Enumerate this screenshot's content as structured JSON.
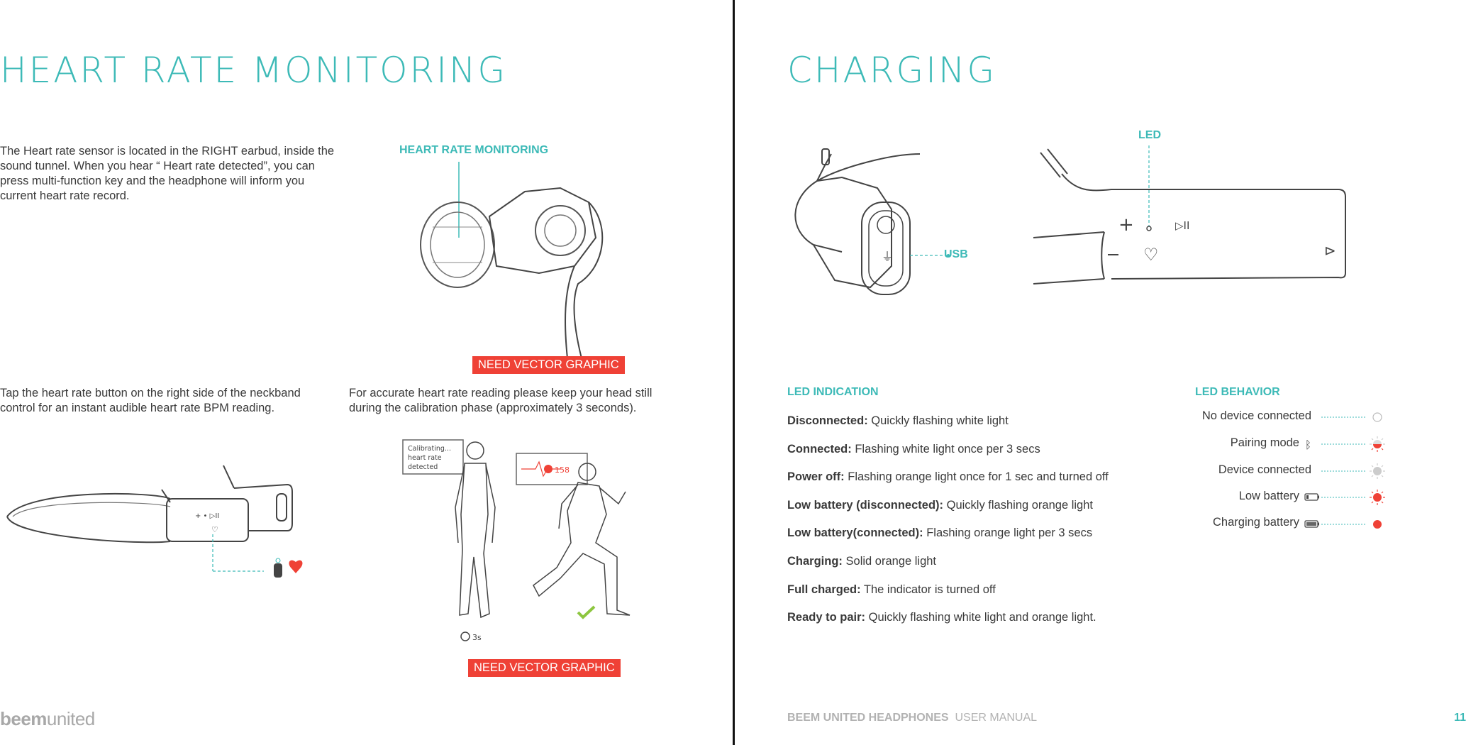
{
  "left_page": {
    "title": "HEART RATE MONITORING",
    "intro_text": "The Heart rate sensor is located in the RIGHT earbud, inside the sound tunnel. When you hear “ Heart rate detected”, you can press multi-function key and the headphone will inform you current heart rate record.",
    "figure_label": "HEART RATE MONITORING",
    "badge_top": "NEED VECTOR GRAPHIC",
    "tap_text": "Tap the heart rate button on the right side of the neckband control for an instant audible heart rate BPM reading.",
    "accuracy_text": "For accurate heart rate reading please keep your head still during the calibration phase (approximately 3 seconds).",
    "badge_bottom": "NEED VECTOR GRAPHIC",
    "calib_bubble": [
      "Calibrating...",
      "heart rate",
      "detected"
    ],
    "bpm_value": "158",
    "timer_label": "3s",
    "logo_bold": "beem",
    "logo_light": "united"
  },
  "right_page": {
    "title": "CHARGING",
    "usb_label": "USB",
    "led_label": "LED",
    "indication_heading": "LED INDICATION",
    "indications": [
      {
        "key": "Disconnected:",
        "value": "Quickly flashing white light"
      },
      {
        "key": "Connected:",
        "value": "Flashing white light once per 3 secs"
      },
      {
        "key": "Power off:",
        "value": "Flashing orange light once for 1 sec and turned off"
      },
      {
        "key": "Low battery (disconnected):",
        "value": "Quickly flashing orange light"
      },
      {
        "key": "Low battery(connected):",
        "value": "Flashing orange light per 3 secs"
      },
      {
        "key": "Charging:",
        "value": "Solid orange light"
      },
      {
        "key": "Full charged:",
        "value": "The indicator is turned off"
      },
      {
        "key": "Ready to pair:",
        "value": "Quickly flashing white light and orange light."
      }
    ],
    "behavior_heading": "LED BEHAVIOR",
    "behaviors": [
      {
        "label": "No device connected",
        "icon": "none",
        "led": "off-circle"
      },
      {
        "label": "Pairing mode",
        "icon": "bluetooth-icon",
        "led": "half-red-flash"
      },
      {
        "label": "Device connected",
        "icon": "none",
        "led": "grey-flash"
      },
      {
        "label": "Low battery",
        "icon": "battery-low-icon",
        "led": "red-flash"
      },
      {
        "label": "Charging battery",
        "icon": "battery-charging-icon",
        "led": "red-solid"
      }
    ],
    "footer_bold": "BEEM UNITED HEADPHONES",
    "footer_light": "USER MANUAL",
    "page_number": "11"
  },
  "colors": {
    "teal": "#3dbab7",
    "red": "#ef4136",
    "text": "#3a3a3a",
    "grey": "#b2b2b2"
  }
}
